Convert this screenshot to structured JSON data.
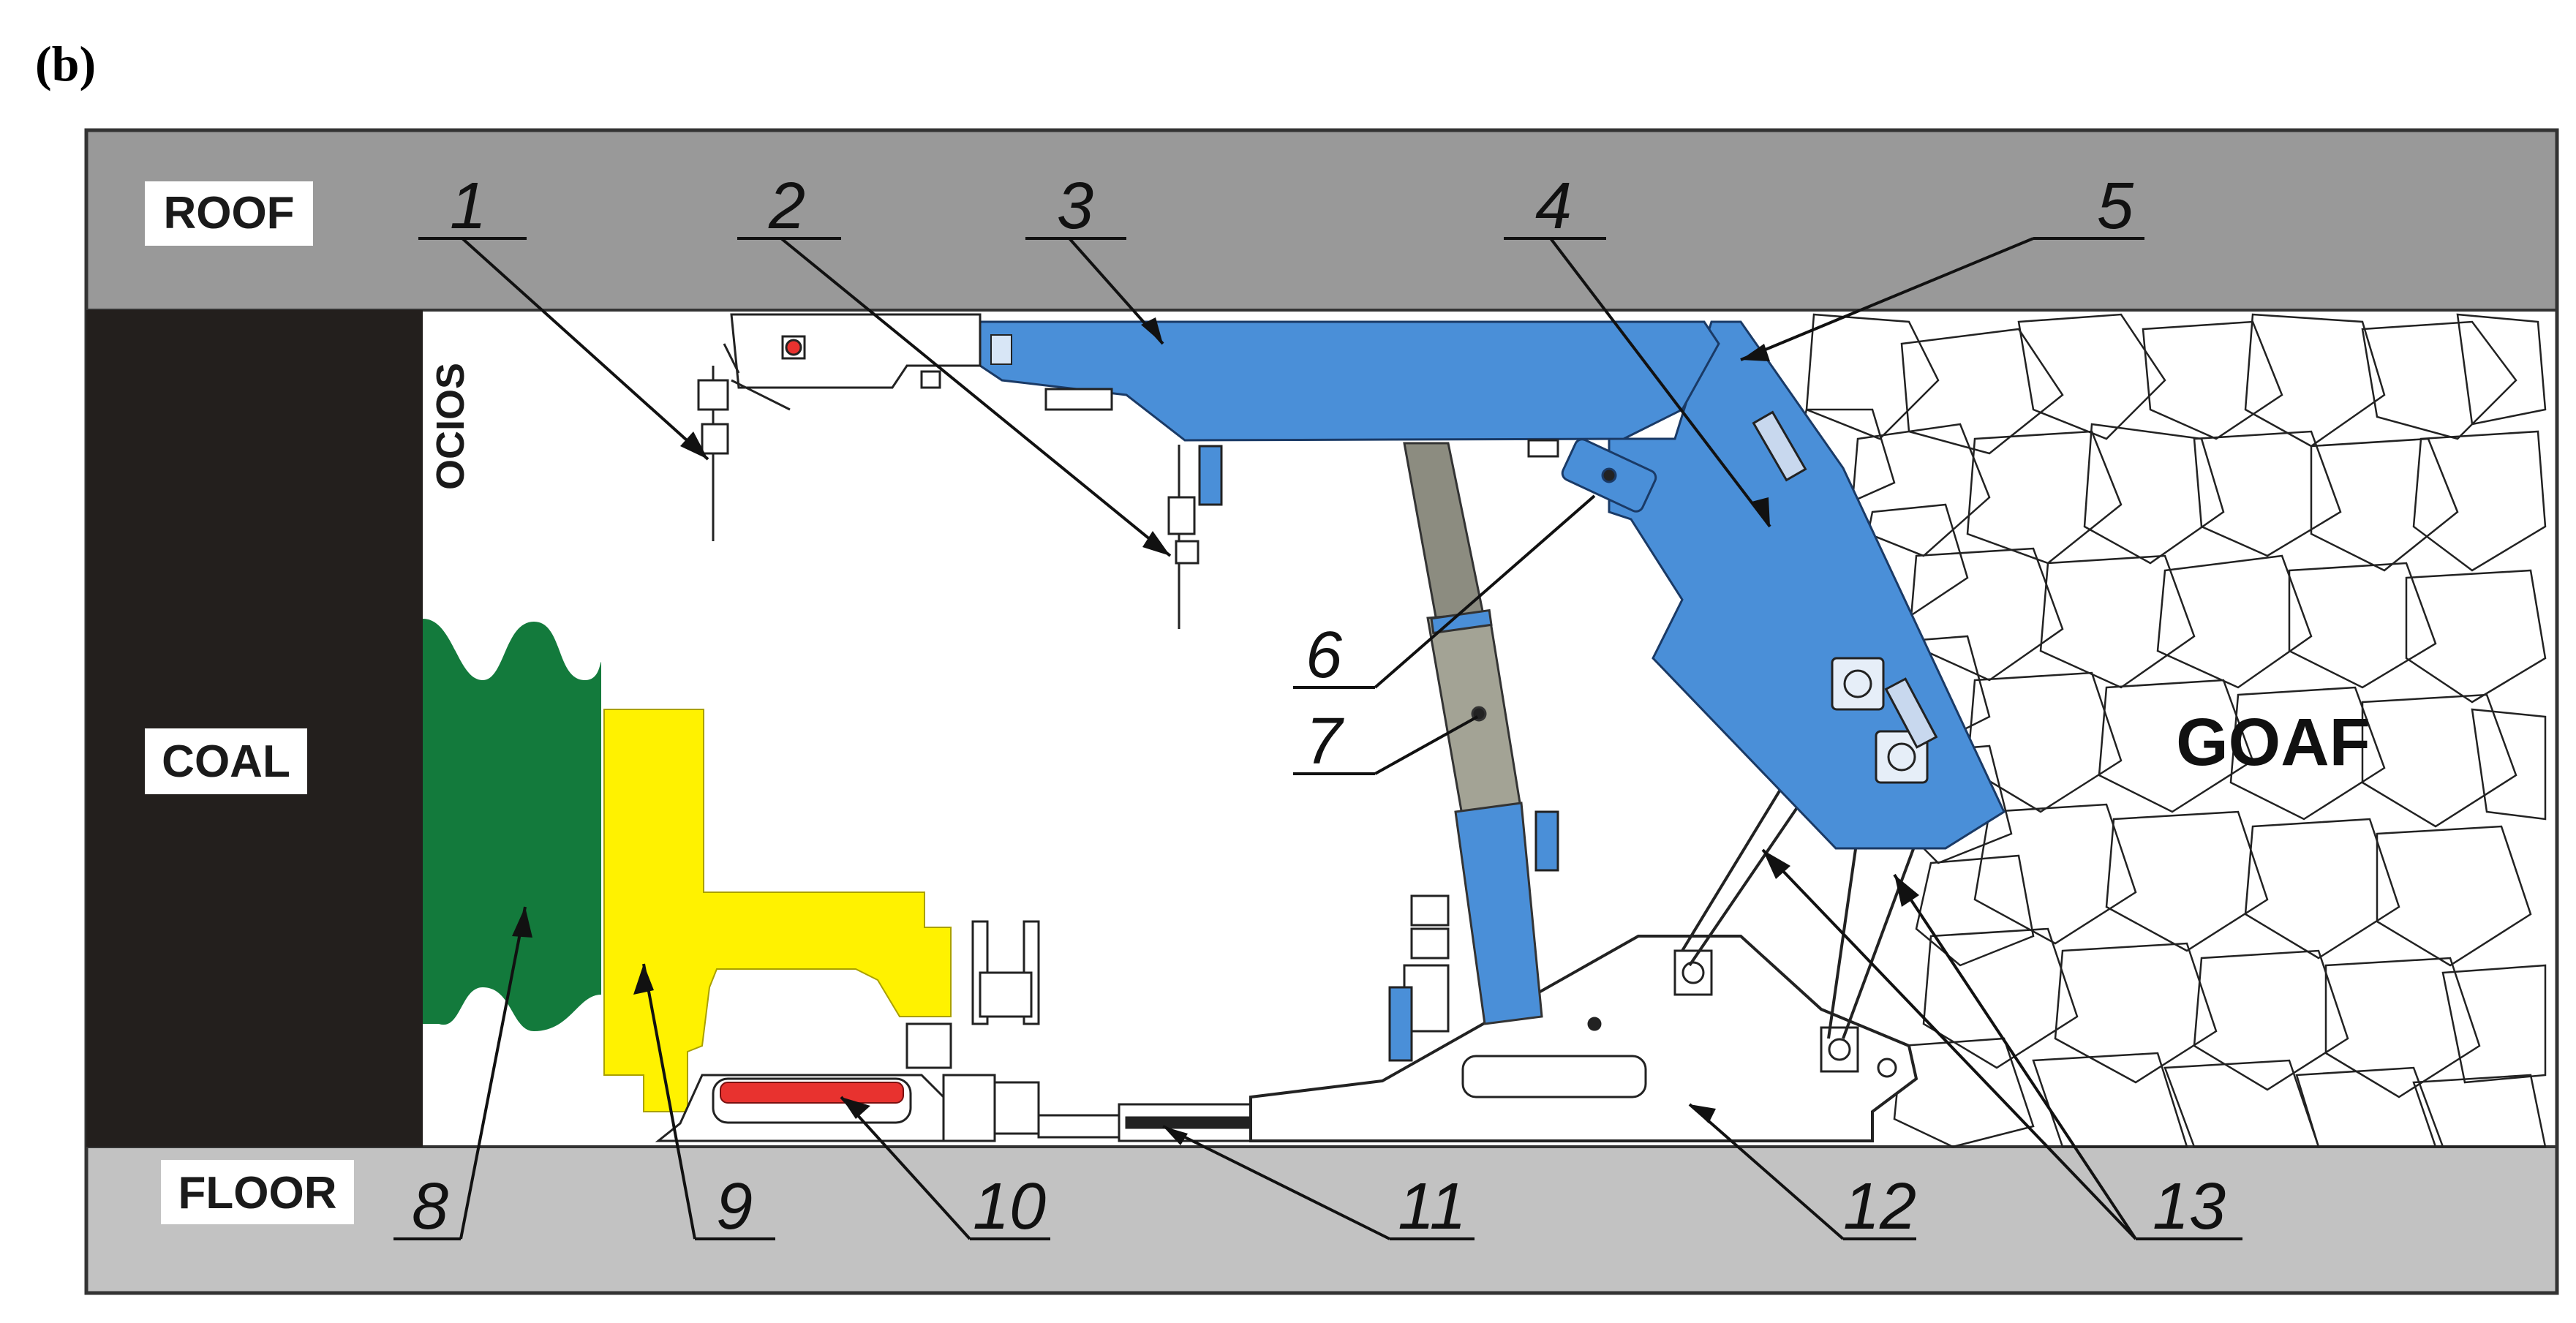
{
  "figure": {
    "panel_label": "(b)",
    "zones": {
      "roof": "ROOF",
      "coal": "COAL",
      "floor": "FLOOR",
      "ocios": "OCIOS",
      "goaf": "GOAF"
    },
    "callouts": [
      "1",
      "2",
      "3",
      "4",
      "5",
      "6",
      "7",
      "8",
      "9",
      "10",
      "11",
      "12",
      "13"
    ]
  },
  "colors": {
    "roof_band": "#999999",
    "floor_band": "#c2c2c2",
    "coal_seam": "#231f1d",
    "canopy_blue": "#4a8fd8",
    "shearer_green": "#137a3c",
    "conveyor_yellow": "#fff200",
    "chain_red": "#e8322f",
    "prop_grey": "#8c8c80"
  }
}
